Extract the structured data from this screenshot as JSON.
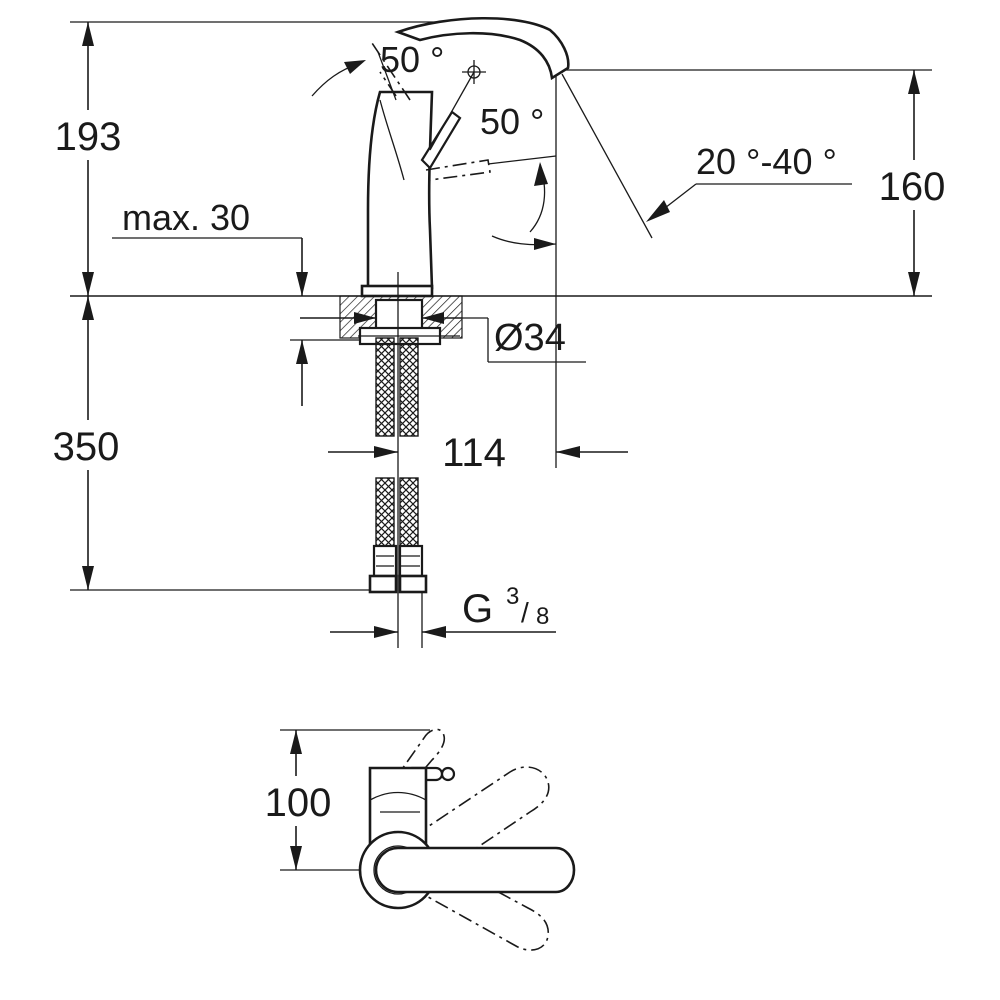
{
  "dimensions": {
    "height_total": "193",
    "height_spout": "160",
    "max_thickness": "max. 30",
    "hole_diameter": "Ø34",
    "projection": "114",
    "hose_length": "350",
    "thread_main": "G",
    "thread_num": "3",
    "thread_den": "8",
    "lever_height": "100"
  },
  "angles": {
    "lever_top": "50 °",
    "lever_side": "50 °",
    "spout_tilt": "20 °-40 °"
  }
}
